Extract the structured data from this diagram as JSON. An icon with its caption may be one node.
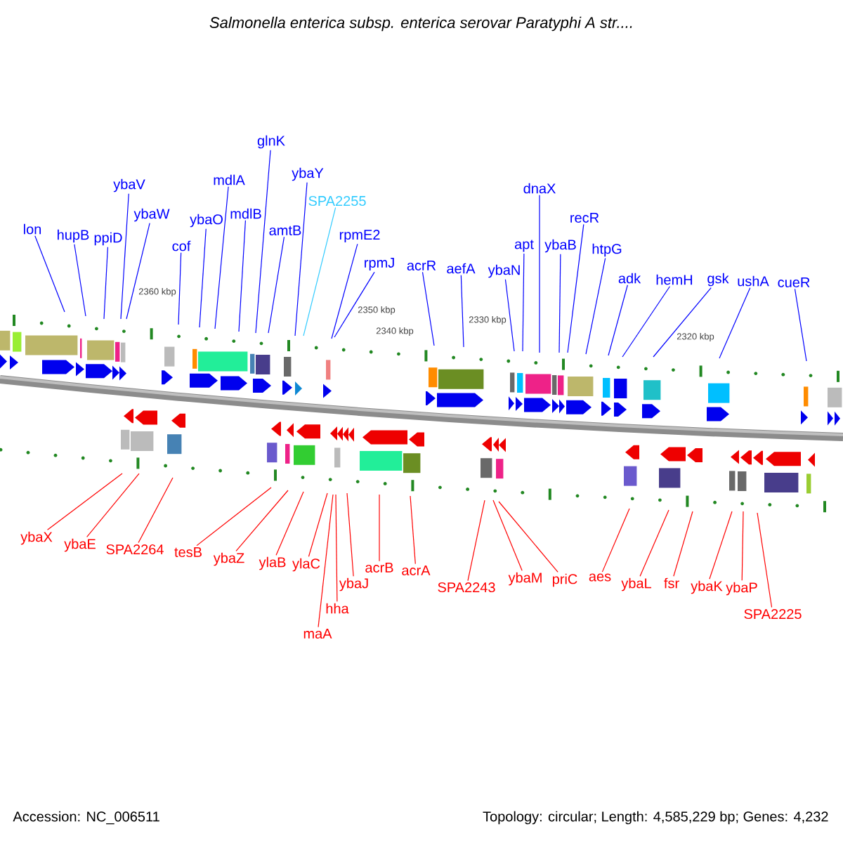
{
  "diagram": {
    "title": "Salmonella enterica subsp. enterica serovar Paratyphi A str....",
    "nodes": [
      {
        "text": [
          "lon"
        ]
      },
      {
        "text": [
          "hupB"
        ]
      },
      {
        "text": [
          "ppiD"
        ]
      },
      {
        "text": [
          "ybaV"
        ]
      },
      {
        "text": [
          "ybaW"
        ]
      },
      {
        "text": [
          "cof"
        ]
      },
      {
        "text": [
          "ybaO"
        ]
      },
      {
        "text": [
          "mdlA"
        ]
      },
      {
        "text": [
          "mdlB"
        ]
      },
      {
        "text": [
          "glnK"
        ]
      },
      {
        "text": [
          "amtB"
        ]
      },
      {
        "text": [
          "ybaY"
        ]
      },
      {
        "text": [
          "SPA2255"
        ]
      },
      {
        "text": [
          "rpmE2"
        ]
      },
      {
        "text": [
          "rpmJ"
        ]
      },
      {
        "text": [
          "acrR"
        ]
      },
      {
        "text": [
          "aefA"
        ]
      },
      {
        "text": [
          "ybaN"
        ]
      },
      {
        "text": [
          "apt"
        ]
      },
      {
        "text": [
          "dnaX"
        ]
      },
      {
        "text": [
          "ybaB"
        ]
      },
      {
        "text": [
          "recR"
        ]
      },
      {
        "text": [
          "htpG"
        ]
      },
      {
        "text": [
          "adk"
        ]
      },
      {
        "text": [
          "hemH"
        ]
      },
      {
        "text": [
          "gsk"
        ]
      },
      {
        "text": [
          "ushA"
        ]
      },
      {
        "text": [
          "cueR"
        ]
      },
      {
        "text": [
          "ybaX"
        ]
      },
      {
        "text": [
          "ybaE"
        ]
      },
      {
        "text": [
          "SPA2264"
        ]
      },
      {
        "text": [
          "tesB"
        ]
      },
      {
        "text": [
          "ybaZ"
        ]
      },
      {
        "text": [
          "ylaB"
        ]
      },
      {
        "text": [
          "ylaC"
        ]
      },
      {
        "text": [
          "ybaJ"
        ]
      },
      {
        "text": [
          "hha"
        ]
      },
      {
        "text": [
          "maA"
        ]
      },
      {
        "text": [
          "acrB"
        ]
      },
      {
        "text": [
          "acrA"
        ]
      },
      {
        "text": [
          "SPA2243"
        ]
      },
      {
        "text": [
          "ybaM"
        ]
      },
      {
        "text": [
          "priC"
        ]
      },
      {
        "text": [
          "aes"
        ]
      },
      {
        "text": [
          "ybaL"
        ]
      },
      {
        "text": [
          "fsr"
        ]
      },
      {
        "text": [
          "ybaK"
        ]
      },
      {
        "text": [
          "ybaP"
        ]
      },
      {
        "text": [
          "SPA2225"
        ]
      }
    ],
    "edges": [
      {
        "from": 0,
        "to": null,
        "arrow": "none"
      },
      {
        "from": 1,
        "to": null,
        "arrow": "none"
      },
      {
        "from": 2,
        "to": null,
        "arrow": "none"
      },
      {
        "from": 3,
        "to": null,
        "arrow": "none"
      },
      {
        "from": 4,
        "to": null,
        "arrow": "none"
      },
      {
        "from": 5,
        "to": null,
        "arrow": "none"
      },
      {
        "from": 6,
        "to": null,
        "arrow": "none"
      },
      {
        "from": 7,
        "to": null,
        "arrow": "none"
      },
      {
        "from": 8,
        "to": null,
        "arrow": "none"
      },
      {
        "from": 9,
        "to": null,
        "arrow": "none"
      },
      {
        "from": 10,
        "to": null,
        "arrow": "none"
      },
      {
        "from": 11,
        "to": null,
        "arrow": "none"
      },
      {
        "from": 12,
        "to": null,
        "arrow": "none",
        "color": "#33ccff"
      },
      {
        "from": 13,
        "to": null,
        "arrow": "none"
      },
      {
        "from": 14,
        "to": null,
        "arrow": "none"
      },
      {
        "from": 15,
        "to": null,
        "arrow": "none"
      },
      {
        "from": 16,
        "to": null,
        "arrow": "none"
      },
      {
        "from": 17,
        "to": null,
        "arrow": "none"
      },
      {
        "from": 18,
        "to": null,
        "arrow": "none"
      },
      {
        "from": 19,
        "to": null,
        "arrow": "none"
      },
      {
        "from": 20,
        "to": null,
        "arrow": "none"
      },
      {
        "from": 21,
        "to": null,
        "arrow": "none"
      },
      {
        "from": 22,
        "to": null,
        "arrow": "none"
      },
      {
        "from": 23,
        "to": null,
        "arrow": "none"
      },
      {
        "from": 24,
        "to": null,
        "arrow": "none"
      },
      {
        "from": 25,
        "to": null,
        "arrow": "none"
      },
      {
        "from": 26,
        "to": null,
        "arrow": "none"
      },
      {
        "from": 27,
        "to": null,
        "arrow": "none"
      },
      {
        "from": 28,
        "to": null,
        "arrow": "none",
        "color": "#ff0000"
      },
      {
        "from": 29,
        "to": null,
        "arrow": "none",
        "color": "#ff0000"
      },
      {
        "from": 30,
        "to": null,
        "arrow": "none",
        "color": "#ff0000"
      },
      {
        "from": 31,
        "to": null,
        "arrow": "none",
        "color": "#ff0000"
      },
      {
        "from": 32,
        "to": null,
        "arrow": "none",
        "color": "#ff0000"
      },
      {
        "from": 33,
        "to": null,
        "arrow": "none",
        "color": "#ff0000"
      },
      {
        "from": 34,
        "to": null,
        "arrow": "none",
        "color": "#ff0000"
      },
      {
        "from": 35,
        "to": null,
        "arrow": "none",
        "color": "#ff0000"
      },
      {
        "from": 36,
        "to": null,
        "arrow": "none",
        "color": "#ff0000"
      },
      {
        "from": 37,
        "to": null,
        "arrow": "none",
        "color": "#ff0000"
      },
      {
        "from": 38,
        "to": null,
        "arrow": "none",
        "color": "#ff0000"
      },
      {
        "from": 39,
        "to": null,
        "arrow": "none",
        "color": "#ff0000"
      },
      {
        "from": 40,
        "to": null,
        "arrow": "none",
        "color": "#ff0000"
      },
      {
        "from": 41,
        "to": null,
        "arrow": "none",
        "color": "#ff0000"
      },
      {
        "from": 42,
        "to": null,
        "arrow": "none",
        "color": "#ff0000"
      },
      {
        "from": 43,
        "to": null,
        "arrow": "none",
        "color": "#ff0000"
      },
      {
        "from": 44,
        "to": null,
        "arrow": "none",
        "color": "#ff0000"
      },
      {
        "from": 45,
        "to": null,
        "arrow": "none",
        "color": "#ff0000"
      },
      {
        "from": 46,
        "to": null,
        "arrow": "none",
        "color": "#ff0000"
      },
      {
        "from": 47,
        "to": null,
        "arrow": "none",
        "color": "#ff0000"
      },
      {
        "from": 48,
        "to": null,
        "arrow": "none",
        "color": "#ff0000"
      }
    ],
    "labels": [
      "2360 kbp",
      "2350 kbp",
      "2340 kbp",
      "2330 kbp",
      "2320 kbp",
      "Accession: NC_006511",
      "Topology: circular; Length: 4,585,229 bp; Genes: 4,232"
    ]
  }
}
